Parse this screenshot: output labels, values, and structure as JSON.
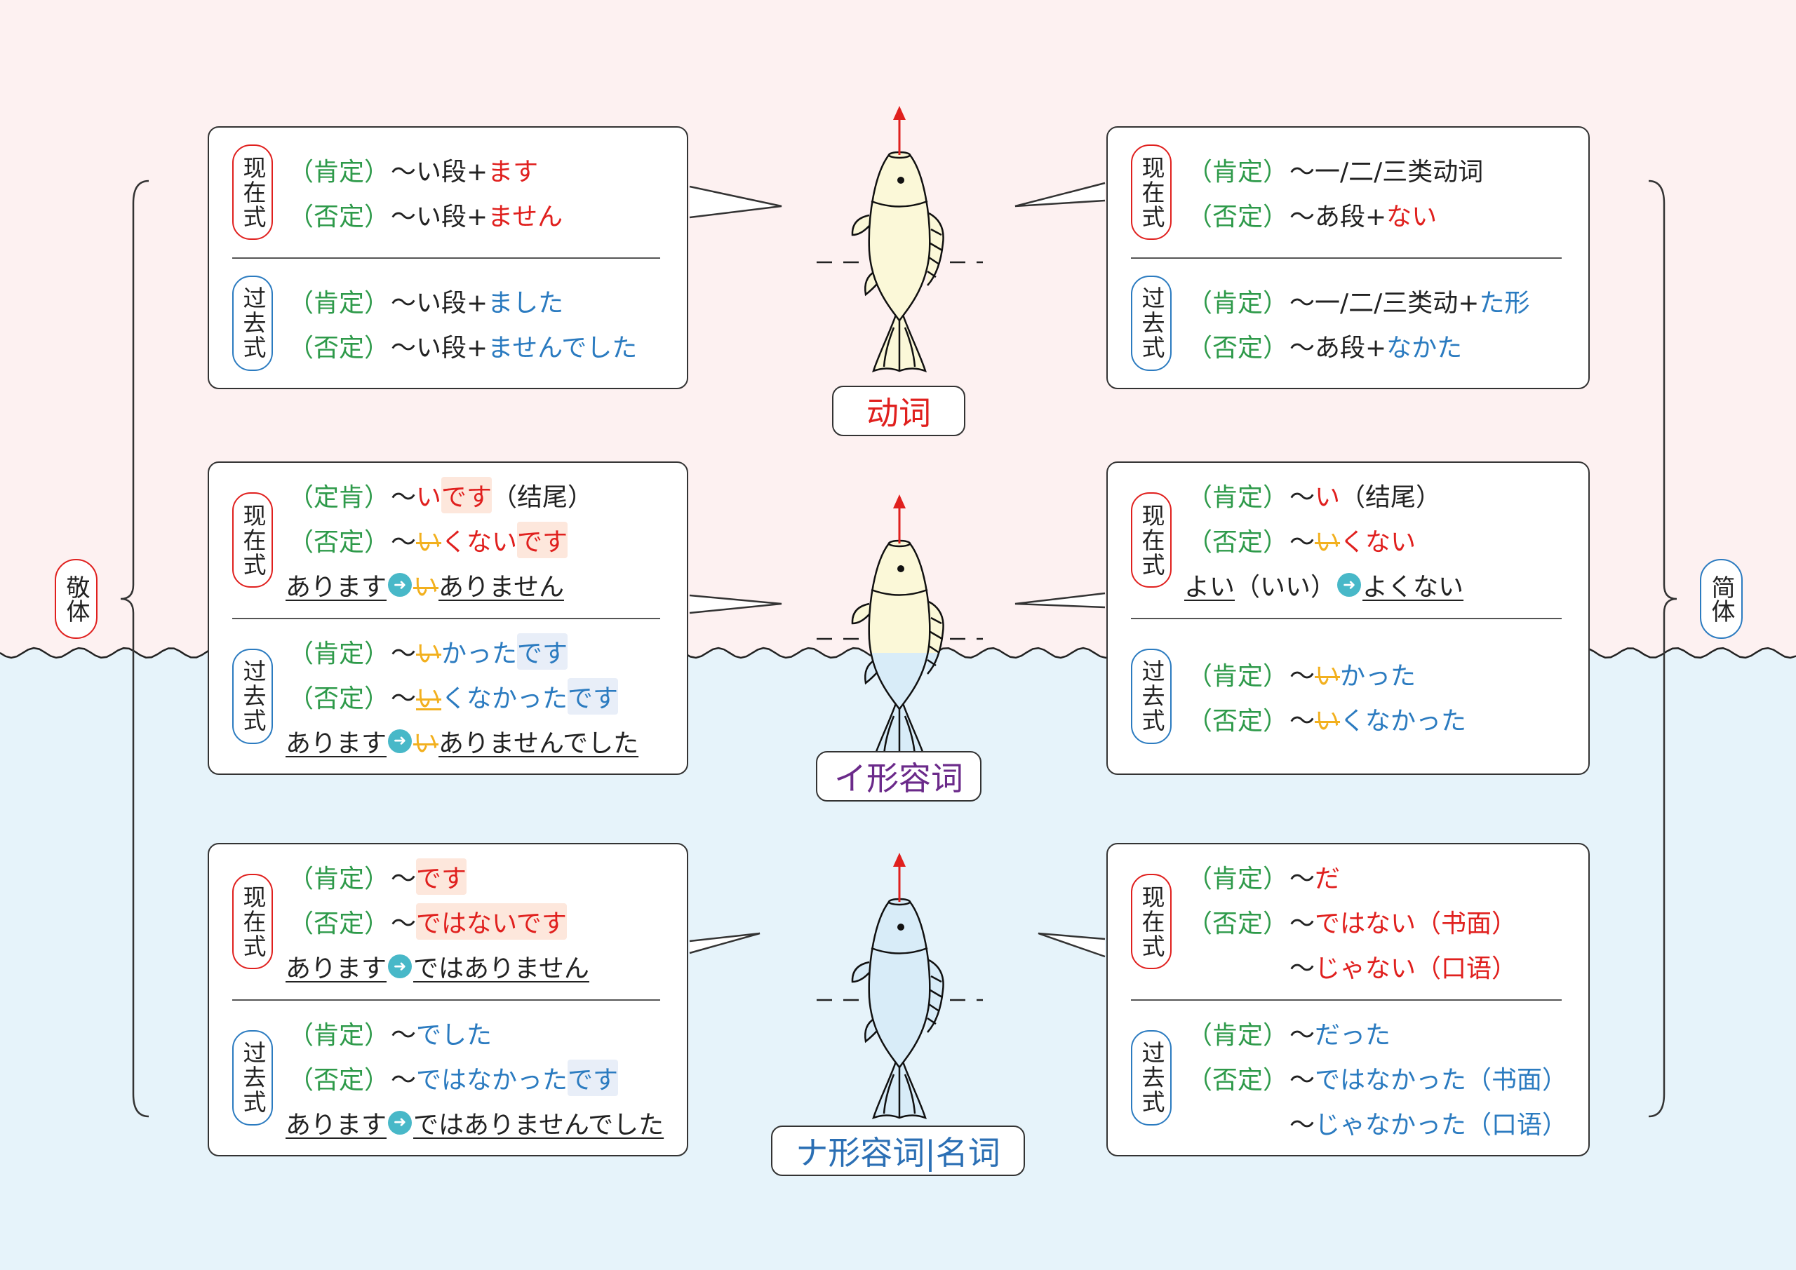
{
  "colors": {
    "pink_bg": "#fdf1f1",
    "water": "#e6f3fa",
    "green": "#2e9a4a",
    "red": "#e0201e",
    "blue": "#2b7bc0",
    "strike_yellow": "#f2b01e",
    "arrow_teal": "#48b8c8",
    "fish_yellow": "#fbf8d8",
    "fish_blue": "#d8ecf8"
  },
  "side_labels": {
    "left": "敬体",
    "right": "简体"
  },
  "categories": [
    {
      "label": "动词",
      "color": "#e0201e"
    },
    {
      "label": "イ形容词",
      "color": "#6b2a8a"
    },
    {
      "label": "ナ形容词|名词",
      "color": "#2b6fb4"
    }
  ],
  "icons": {
    "arrow": "arrow-right-circle-icon",
    "fish": "fish-icon"
  },
  "boxes": [
    {
      "sections": [
        {
          "tense": "现在式",
          "border": "#e0201e",
          "lines": [
            {
              "label": "（肯定）",
              "parts": [
                {
                  "t": "～い段+",
                  "c": "black"
                },
                {
                  "t": "ます",
                  "c": "red"
                }
              ]
            },
            {
              "label": "（否定）",
              "parts": [
                {
                  "t": "～い段+",
                  "c": "black"
                },
                {
                  "t": "ません",
                  "c": "red"
                }
              ]
            }
          ]
        },
        {
          "tense": "过去式",
          "border": "#2b7bc0",
          "lines": [
            {
              "label": "（肯定）",
              "parts": [
                {
                  "t": "～い段+",
                  "c": "black"
                },
                {
                  "t": "ました",
                  "c": "blue"
                }
              ]
            },
            {
              "label": "（否定）",
              "parts": [
                {
                  "t": "～い段+",
                  "c": "black"
                },
                {
                  "t": "ませんでした",
                  "c": "blue"
                }
              ]
            }
          ]
        }
      ]
    },
    {
      "sections": [
        {
          "tense": "现在式",
          "border": "#e0201e",
          "lines": [
            {
              "label": "（肯定）",
              "parts": [
                {
                  "t": "～一/二/三类动词",
                  "c": "black"
                }
              ]
            },
            {
              "label": "（否定）",
              "parts": [
                {
                  "t": "～あ段+",
                  "c": "black"
                },
                {
                  "t": "ない",
                  "c": "red"
                }
              ]
            }
          ]
        },
        {
          "tense": "过去式",
          "border": "#2b7bc0",
          "lines": [
            {
              "label": "（肯定）",
              "parts": [
                {
                  "t": "～一/二/三类动+",
                  "c": "black"
                },
                {
                  "t": "た形",
                  "c": "blue"
                }
              ]
            },
            {
              "label": "（否定）",
              "parts": [
                {
                  "t": "～あ段+",
                  "c": "black"
                },
                {
                  "t": "なかた",
                  "c": "blue"
                }
              ]
            }
          ]
        }
      ]
    },
    {
      "sections": [
        {
          "tense": "现在式",
          "border": "#e0201e",
          "lines": [
            {
              "label": "（定肯）",
              "parts": [
                {
                  "t": "～",
                  "c": "black"
                },
                {
                  "t": "い",
                  "c": "red"
                },
                {
                  "t": "です",
                  "c": "red",
                  "h": "red"
                },
                {
                  "t": "（结尾）",
                  "c": "black"
                }
              ]
            },
            {
              "label": "（否定）",
              "parts": [
                {
                  "t": "～",
                  "c": "black"
                },
                {
                  "t": "い",
                  "c": "strike"
                },
                {
                  "t": "くない",
                  "c": "red"
                },
                {
                  "t": "です",
                  "c": "red",
                  "h": "red"
                }
              ]
            },
            {
              "parts": [
                {
                  "t": "あります",
                  "c": "black",
                  "u": 1
                },
                {
                  "arrow": 1
                },
                {
                  "t": "い",
                  "c": "strike"
                },
                {
                  "t": "ありません",
                  "c": "black",
                  "u": 1
                }
              ]
            }
          ]
        },
        {
          "tense": "过去式",
          "border": "#2b7bc0",
          "lines": [
            {
              "label": "（肯定）",
              "parts": [
                {
                  "t": "～",
                  "c": "black"
                },
                {
                  "t": "い",
                  "c": "strike"
                },
                {
                  "t": "かった",
                  "c": "blue"
                },
                {
                  "t": "です",
                  "c": "blue",
                  "h": "blue"
                }
              ]
            },
            {
              "label": "（否定）",
              "parts": [
                {
                  "t": "～",
                  "c": "black"
                },
                {
                  "t": "い",
                  "c": "strikeu"
                },
                {
                  "t": "くなかった",
                  "c": "blue"
                },
                {
                  "t": "です",
                  "c": "blue",
                  "h": "blue"
                }
              ]
            },
            {
              "parts": [
                {
                  "t": "あります",
                  "c": "black",
                  "u": 1
                },
                {
                  "arrow": 1
                },
                {
                  "t": "い",
                  "c": "strike"
                },
                {
                  "t": "ありませんでした",
                  "c": "black",
                  "u": 1
                }
              ]
            }
          ]
        }
      ]
    },
    {
      "sections": [
        {
          "tense": "现在式",
          "border": "#e0201e",
          "lines": [
            {
              "label": "（肯定）",
              "parts": [
                {
                  "t": "～",
                  "c": "black"
                },
                {
                  "t": "い",
                  "c": "red"
                },
                {
                  "t": "（结尾）",
                  "c": "black"
                }
              ]
            },
            {
              "label": "（否定）",
              "parts": [
                {
                  "t": "～",
                  "c": "black"
                },
                {
                  "t": "い",
                  "c": "strike"
                },
                {
                  "t": "くない",
                  "c": "red"
                }
              ]
            },
            {
              "parts": [
                {
                  "t": "よい",
                  "c": "black",
                  "u": 1
                },
                {
                  "t": "（いい）",
                  "c": "black"
                },
                {
                  "arrow": 1
                },
                {
                  "t": "よくない",
                  "c": "black",
                  "u": 1
                }
              ]
            }
          ]
        },
        {
          "tense": "过去式",
          "border": "#2b7bc0",
          "lines": [
            {
              "label": "（肯定）",
              "parts": [
                {
                  "t": "～",
                  "c": "black"
                },
                {
                  "t": "い",
                  "c": "strike"
                },
                {
                  "t": "かった",
                  "c": "blue"
                }
              ]
            },
            {
              "label": "（否定）",
              "parts": [
                {
                  "t": "～",
                  "c": "black"
                },
                {
                  "t": "い",
                  "c": "strike"
                },
                {
                  "t": "くなかった",
                  "c": "blue"
                }
              ]
            }
          ]
        }
      ]
    },
    {
      "sections": [
        {
          "tense": "现在式",
          "border": "#e0201e",
          "lines": [
            {
              "label": "（肯定）",
              "parts": [
                {
                  "t": "～",
                  "c": "black"
                },
                {
                  "t": "です",
                  "c": "red",
                  "h": "red"
                }
              ]
            },
            {
              "label": "（否定）",
              "parts": [
                {
                  "t": "～",
                  "c": "black"
                },
                {
                  "t": "ではないです",
                  "c": "red",
                  "h": "red"
                }
              ]
            },
            {
              "parts": [
                {
                  "t": "あります",
                  "c": "black",
                  "u": 1
                },
                {
                  "arrow": 1
                },
                {
                  "t": "ではありません",
                  "c": "black",
                  "u": 1
                }
              ]
            }
          ]
        },
        {
          "tense": "过去式",
          "border": "#2b7bc0",
          "lines": [
            {
              "label": "（肯定）",
              "parts": [
                {
                  "t": "～",
                  "c": "black"
                },
                {
                  "t": "でした",
                  "c": "blue"
                }
              ]
            },
            {
              "label": "（否定）",
              "parts": [
                {
                  "t": "～",
                  "c": "black"
                },
                {
                  "t": "ではなかった",
                  "c": "blue"
                },
                {
                  "t": "です",
                  "c": "blue",
                  "h": "blue"
                }
              ]
            },
            {
              "parts": [
                {
                  "t": "あります",
                  "c": "black",
                  "u": 1
                },
                {
                  "arrow": 1
                },
                {
                  "t": "ではありませんでした",
                  "c": "black",
                  "u": 1
                }
              ]
            }
          ]
        }
      ]
    },
    {
      "sections": [
        {
          "tense": "现在式",
          "border": "#e0201e",
          "lines": [
            {
              "label": "（肯定）",
              "parts": [
                {
                  "t": "～",
                  "c": "black"
                },
                {
                  "t": "だ",
                  "c": "red"
                }
              ]
            },
            {
              "label": "（否定）",
              "parts": [
                {
                  "t": "～",
                  "c": "black"
                },
                {
                  "t": "ではない（书面）",
                  "c": "red"
                }
              ]
            },
            {
              "label": "",
              "parts": [
                {
                  "t": "～",
                  "c": "black"
                },
                {
                  "t": "じゃない（口语）",
                  "c": "red"
                }
              ]
            }
          ]
        },
        {
          "tense": "过去式",
          "border": "#2b7bc0",
          "lines": [
            {
              "label": "（肯定）",
              "parts": [
                {
                  "t": "～",
                  "c": "black"
                },
                {
                  "t": "だった",
                  "c": "blue"
                }
              ]
            },
            {
              "label": "（否定）",
              "parts": [
                {
                  "t": "～",
                  "c": "black"
                },
                {
                  "t": "ではなかった（书面）",
                  "c": "blue"
                }
              ]
            },
            {
              "label": "",
              "parts": [
                {
                  "t": "～",
                  "c": "black"
                },
                {
                  "t": "じゃなかった（口语）",
                  "c": "blue"
                }
              ]
            }
          ]
        }
      ]
    }
  ]
}
